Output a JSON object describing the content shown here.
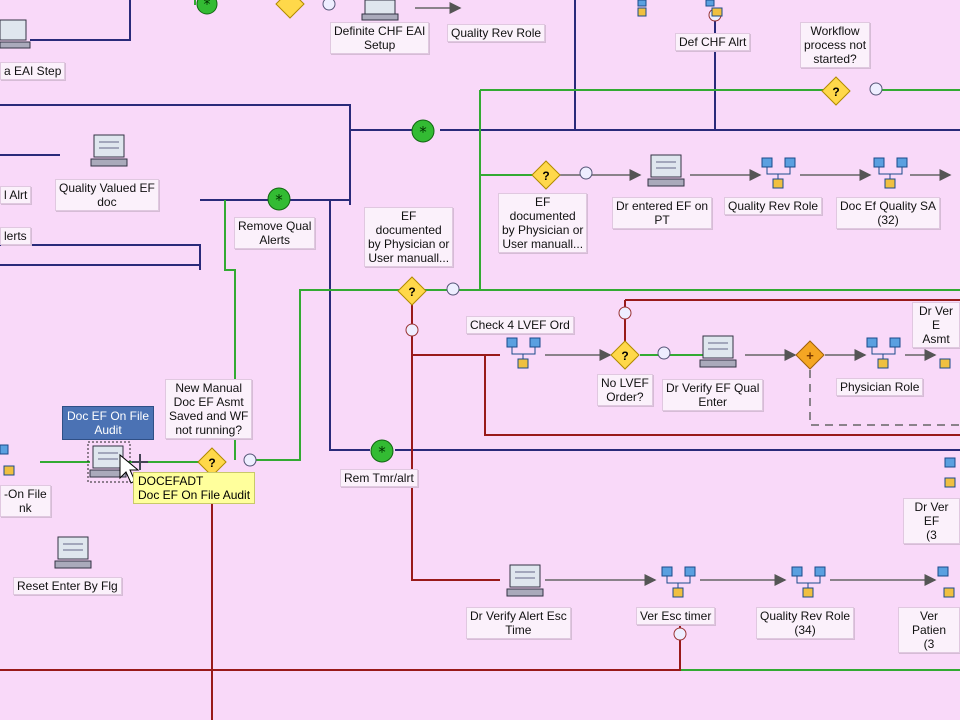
{
  "colors": {
    "background": "#f9d9f9",
    "green_line": "#33aa33",
    "navy_line": "#2a2a7a",
    "red_line": "#991a1a",
    "purple_line": "#6a3a9a",
    "grey_line": "#777777"
  },
  "labels": {
    "eai_step": "a EAI Step",
    "definite_chf": "Definite CHF EAI\nSetup",
    "quality_rev_role_top": "Quality Rev Role",
    "def_chf_alrt": "Def CHF Alrt",
    "workflow_not_started": "Workflow\nprocess not\nstarted?",
    "l_alrt": "l Alrt",
    "quality_valued_ef": "Quality Valued EF\ndoc",
    "lerts": "lerts",
    "remove_qual_alerts": "Remove Qual\nAlerts",
    "ef_doc_1": "EF\ndocumented\nby Physician or\nUser  manuall...",
    "ef_doc_2": "EF\ndocumented\nby Physician or\nUser  manuall...",
    "dr_entered_ef": "Dr entered EF on\nPT",
    "quality_rev_role_mid": "Quality Rev Role",
    "doc_ef_quality_sa": "Doc Ef Quality SA\n(32)",
    "check_4_lvef": "Check 4 LVEF Ord",
    "dr_ver_asmt": "Dr Ver E\nAsmt",
    "no_lvef_order": "No LVEF\nOrder?",
    "dr_verify_ef_qual": "Dr Verify EF Qual\nEnter",
    "physician_role": "Physician Role",
    "doc_ef_on_file_audit_sel": "Doc EF On File\nAudit",
    "new_manual_doc": "New Manual\nDoc EF Asmt\nSaved and WF\nnot running?",
    "tooltip": "DOCEFADT\nDoc EF On File Audit",
    "on_file_nk": "-On File\nnk",
    "rem_tmr_alrt": "Rem Tmr/alrt",
    "dr_ver_ef_right": "Dr Ver EF\n(3",
    "reset_enter_by_flg": "Reset Enter By Flg",
    "dr_verify_alert_esc": "Dr Verify Alert Esc\nTime",
    "ver_esc_timer": "Ver Esc timer",
    "quality_rev_role_34": "Quality Rev Role\n(34)",
    "ver_patient": "Ver Patien\n(3"
  }
}
